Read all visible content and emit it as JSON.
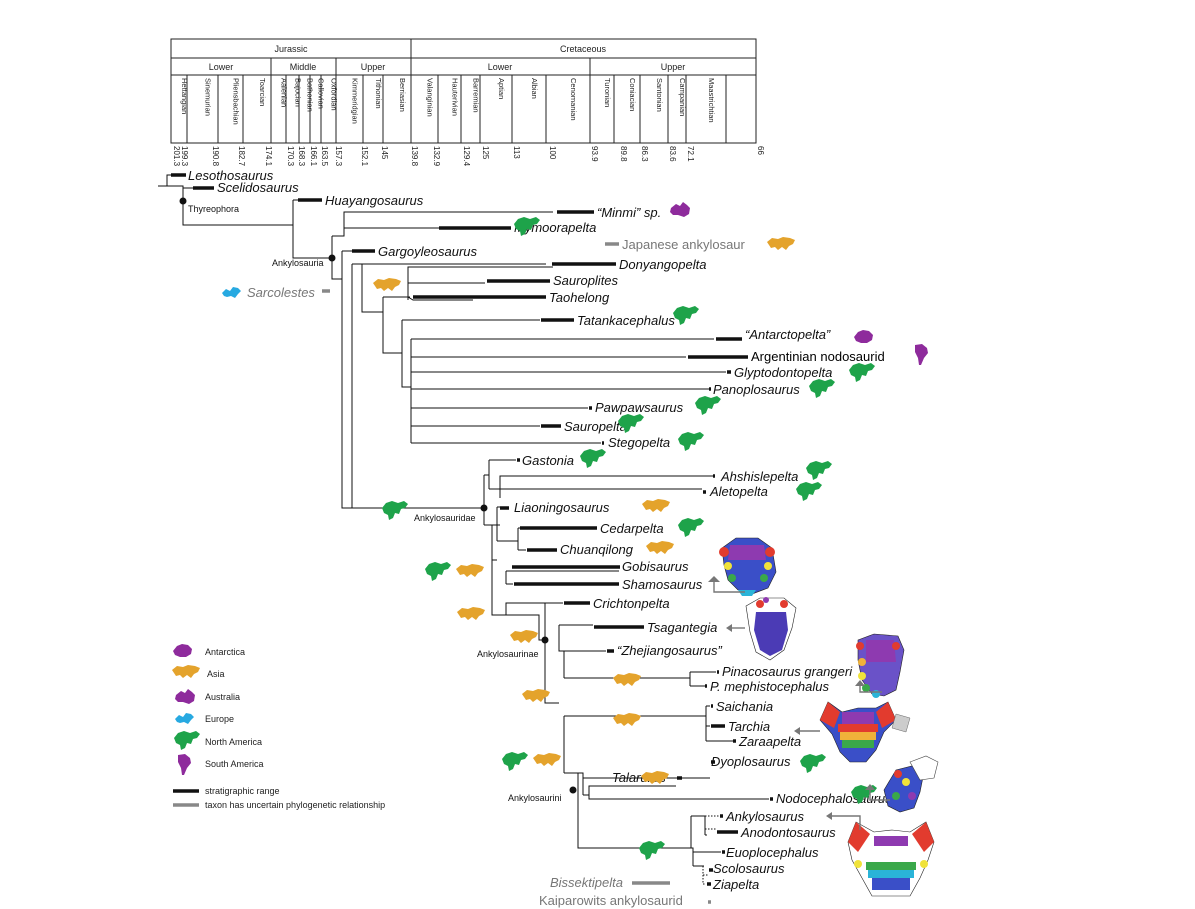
{
  "timescale": {
    "periods": [
      "Jurassic",
      "Cretaceous"
    ],
    "epochs": [
      "Lower",
      "Middle",
      "Upper",
      "Lower",
      "Upper"
    ],
    "stages": [
      "Hettangian",
      "Sinemurian",
      "Pliensbachian",
      "Toarcian",
      "Aalenian",
      "Bajocian",
      "Bathonian",
      "Callovian",
      "Oxfordian",
      "Kimmeridgian",
      "Tithonian",
      "Berriasian",
      "Valanginian",
      "Hauterivian",
      "Barremian",
      "Aptian",
      "Albian",
      "Cenomanian",
      "Turonian",
      "Coniacian",
      "Santonian",
      "Campanian",
      "Maastrichtian"
    ],
    "ages": [
      "201.3",
      "199.3",
      "190.8",
      "182.7",
      "174.1",
      "170.3",
      "168.3",
      "166.1",
      "163.5",
      "157.3",
      "152.1",
      "145",
      "139.8",
      "132.9",
      "129.4",
      "125",
      "113",
      "100",
      "93.9",
      "89.8",
      "86.3",
      "83.6",
      "72.1",
      "66"
    ]
  },
  "nodes": {
    "thyreophora": "Thyreophora",
    "ankylosauria": "Ankylosauria",
    "ankylosauridae": "Ankylosauridae",
    "ankylosaurinae": "Ankylosaurinae",
    "ankylosaurini": "Ankylosaurini"
  },
  "taxa": {
    "lesothosaurus": "Lesothosaurus",
    "scelidosaurus": "Scelidosaurus",
    "huayangosaurus": "Huayangosaurus",
    "minmi": "“Minmi” sp.",
    "mymoorapelta": "Mymoorapelta",
    "japanese": "Japanese ankylosaur",
    "gargoyleosaurus": "Gargoyleosaurus",
    "sarcolestes": "Sarcolestes",
    "donyangopelta": "Donyangopelta",
    "sauroplites": "Sauroplites",
    "taohelong": "Taohelong",
    "tatankacephalus": "Tatankacephalus",
    "antarctopelta": "“Antarctopelta”",
    "argentinian": "Argentinian nodosaurid",
    "glyptodontopelta": "Glyptodontopelta",
    "panoplosaurus": "Panoplosaurus",
    "pawpawsaurus": "Pawpawsaurus",
    "sauropelta": "Sauropelta",
    "stegopelta": "Stegopelta",
    "gastonia": "Gastonia",
    "ahshislepelta": "Ahshislepelta",
    "aletopelta": "Aletopelta",
    "liaoningosaurus": "Liaoningosaurus",
    "cedarpelta": "Cedarpelta",
    "chuanqilong": "Chuanqilong",
    "gobisaurus": "Gobisaurus",
    "shamosaurus": "Shamosaurus",
    "crichtonsaurus": "Crichtonpelta",
    "tsagantegia": "Tsagantegia",
    "zhejiangosaurus": "“Zhejiangosaurus”",
    "pinacosaurus": "Pinacosaurus grangeri",
    "mephisto": "P. mephistocephalus",
    "saichania": "Saichania",
    "tarchia": "Tarchia",
    "zaraapelta": "Zaraapelta",
    "dyoplosaurus": "Dyoplosaurus",
    "talarurus": "Talarurus",
    "nodocephalosaurus": "Nodocephalosaurus",
    "ankylosaurus": "Ankylosaurus",
    "anodontosaurus": "Anodontosaurus",
    "euoplocephalus": "Euoplocephalus",
    "scolosaurus": "Scolosaurus",
    "ziapelta": "Ziapelta",
    "bissektipelta": "Bissektipelta",
    "kaiparowits": "Kaiparowits ankylosaurid"
  },
  "legend": {
    "antarctica": "Antarctica",
    "asia": "Asia",
    "australia": "Australia",
    "europe": "Europe",
    "north_america": "North America",
    "south_america": "South America",
    "strat": "stratigraphic range",
    "uncertain": "taxon has uncertain phylogenetic relationship"
  },
  "colors": {
    "antarctica": "#8e2b9c",
    "asia": "#e4a32c",
    "australia": "#8e2b9c",
    "europe": "#27a9e1",
    "north_america": "#1ea34a",
    "south_america": "#8e2b9c",
    "range_bar": "#111111",
    "uncertain": "#888888"
  }
}
